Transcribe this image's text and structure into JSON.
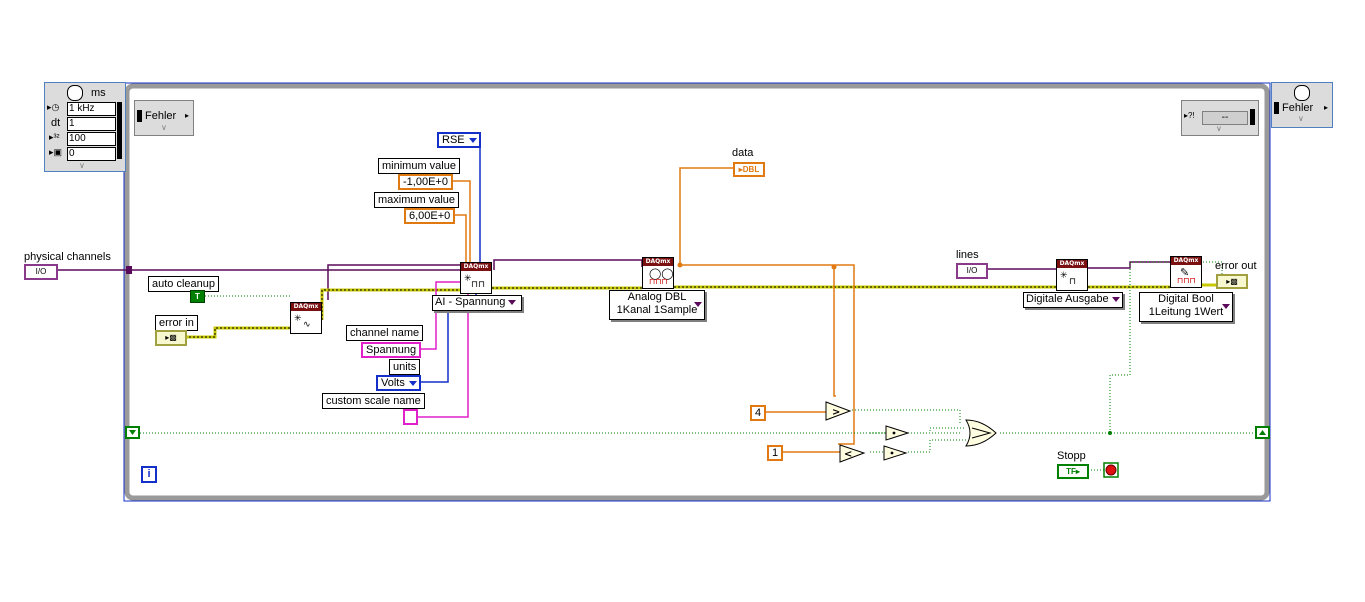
{
  "timed_loop_left": {
    "unit": "ms",
    "period_label": "dt",
    "timing_source": "1 kHz",
    "dt": "1",
    "offset": "100",
    "priority": "0"
  },
  "error_nodes": {
    "left_error": "Fehler",
    "right_error": "Fehler",
    "right_status": "--"
  },
  "terminals": {
    "physical_channels": "physical channels",
    "io": "I/O",
    "auto_cleanup": "auto cleanup",
    "true_const": "T",
    "error_in": "error in",
    "error_out": "error out",
    "data": "data",
    "dbl": "DBL",
    "lines": "lines",
    "stopp": "Stopp",
    "tf": "TF",
    "info": "i"
  },
  "constants": {
    "rse": "RSE",
    "minimum_value": "minimum value",
    "min_value": "-1,00E+0",
    "maximum_value": "maximum value",
    "max_value": "6,00E+0",
    "channel_name": "channel name",
    "spannung": "Spannung",
    "units": "units",
    "volts": "Volts",
    "custom_scale_name": "custom scale name",
    "ai_spannung": "AI - Spannung",
    "four": "4",
    "one": "1"
  },
  "vis": {
    "daqmx": "DAQmx",
    "analog_dbl_line1": "Analog DBL",
    "analog_dbl_line2": "1Kanal 1Sample",
    "digitale_ausgabe": "Digitale Ausgabe",
    "digital_bool_line1": "Digital Bool",
    "digital_bool_line2": "1Leitung 1Wert"
  },
  "colors": {
    "loop_frame": "#b4b4b4",
    "wire_error": "#c8c800",
    "wire_task": "#5a0a5a",
    "wire_numeric": "#e07a10",
    "wire_bool": "#008000",
    "wire_enum": "#1430c8",
    "wire_string": "#e020c8"
  }
}
